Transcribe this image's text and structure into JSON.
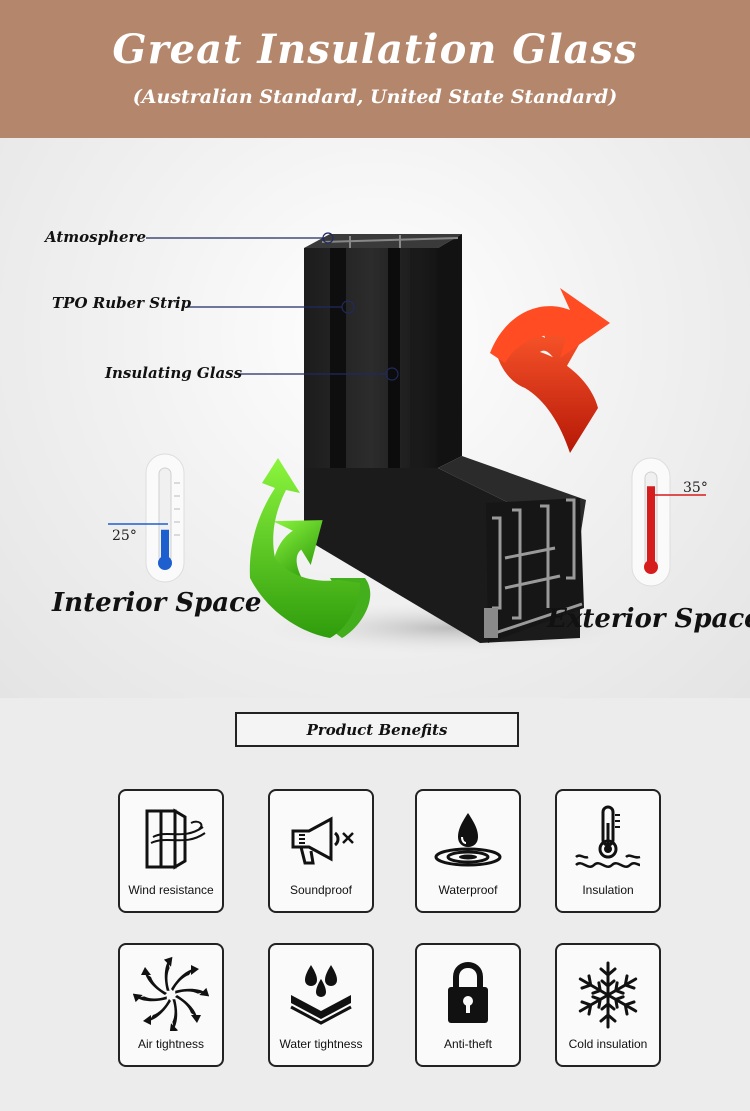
{
  "header": {
    "title": "Great Insulation Glass",
    "subtitle": "(Australian Standard, United State Standard)"
  },
  "hero": {
    "callouts": [
      "Atmosphere",
      "TPO Ruber Strip",
      "Insulating Glass"
    ],
    "interior_label": "Interior Space",
    "exterior_label": "Exterior Space",
    "interior_temp": "25°",
    "exterior_temp": "35°",
    "interior_temp_level": 0.35,
    "exterior_temp_level": 0.85,
    "colors": {
      "cold": "#1e5fd0",
      "hot": "#d61d1d",
      "green_arrow": "#58d41c",
      "red_arrow": "#e0371c"
    }
  },
  "benefits": {
    "heading": "Product Benefits",
    "items": [
      {
        "label": "Wind resistance",
        "icon": "wind-window-icon"
      },
      {
        "label": "Soundproof",
        "icon": "megaphone-mute-icon"
      },
      {
        "label": "Waterproof",
        "icon": "water-drop-icon"
      },
      {
        "label": "Insulation",
        "icon": "thermometer-icon"
      },
      {
        "label": "Air tightness",
        "icon": "swirl-icon"
      },
      {
        "label": "Water tightness",
        "icon": "drops-icon"
      },
      {
        "label": "Anti-theft",
        "icon": "padlock-icon"
      },
      {
        "label": "Cold insulation",
        "icon": "snowflake-icon"
      }
    ]
  }
}
